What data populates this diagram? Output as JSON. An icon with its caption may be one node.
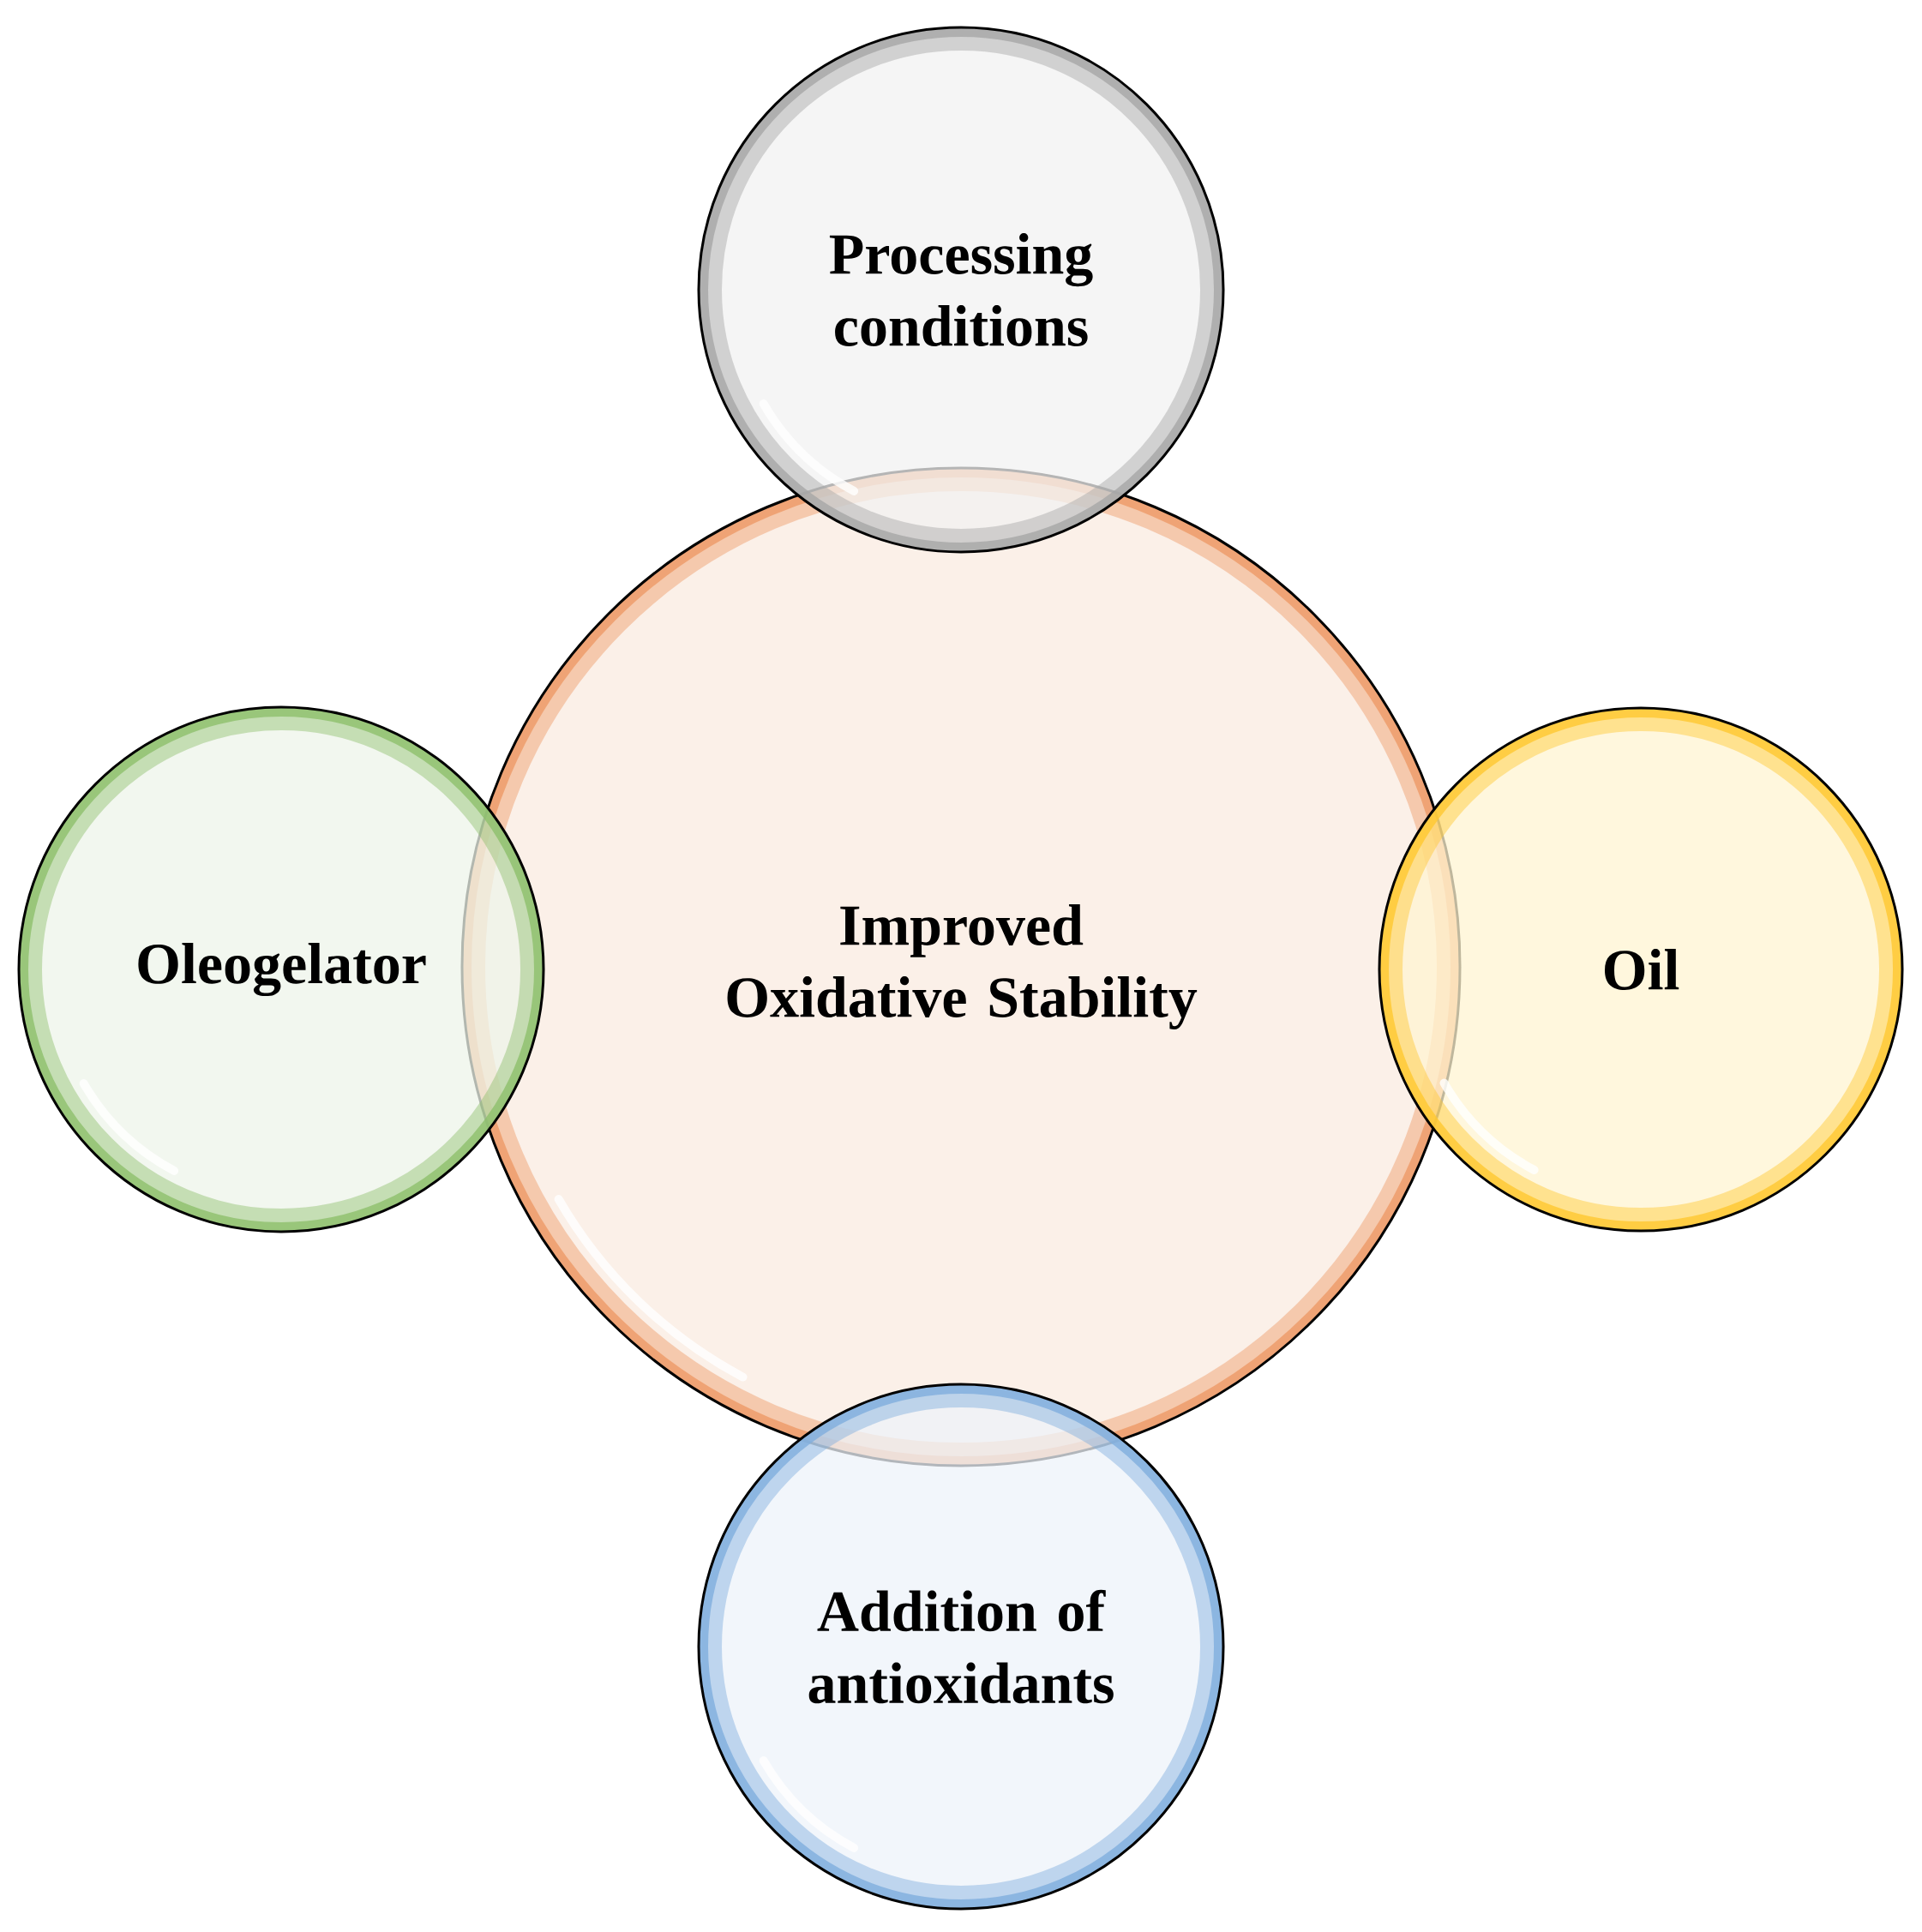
{
  "diagram": {
    "nodes": [
      {
        "text": [
          "Improved Oxidative Stability"
        ]
      },
      {
        "text": [
          "Processing conditions"
        ]
      },
      {
        "text": [
          "Oleogelator"
        ]
      },
      {
        "text": [
          "Oil"
        ]
      },
      {
        "text": [
          "Addition of antioxidants"
        ]
      }
    ]
  }
}
